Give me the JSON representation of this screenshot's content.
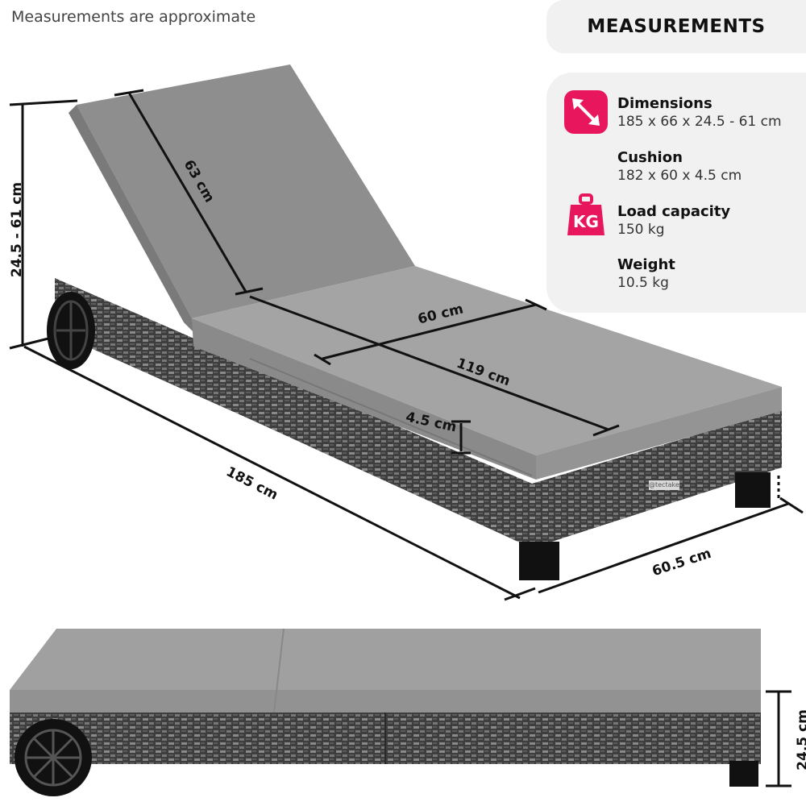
{
  "note": "Measurements are approximate",
  "panel": {
    "title": "MEASUREMENTS",
    "specs": [
      {
        "label": "Dimensions",
        "value": "185 x 66 x 24.5 - 61 cm",
        "icon": "resize-arrows-icon"
      },
      {
        "label": "Cushion",
        "value": "182 x 60 x 4.5 cm",
        "icon": ""
      },
      {
        "label": "Load capacity",
        "value": "150 kg",
        "icon": "kg-weight-icon"
      },
      {
        "label": "Weight",
        "value": "10.5 kg",
        "icon": ""
      }
    ],
    "kg_text": "KG"
  },
  "dimensions": {
    "backrest": "63 cm",
    "width_cushion": "60 cm",
    "seat_length": "119 cm",
    "cushion_thickness": "4.5 cm",
    "total_length": "185 cm",
    "total_width": "60.5 cm",
    "height_range": "24.5 - 61 cm",
    "side_height": "24.5 cm"
  },
  "brand_label": "@tectake",
  "colors": {
    "accent": "#e8175d",
    "cushion": "#9a9a9a",
    "rattan": "#4a4a4a",
    "panel": "#f1f1f1"
  }
}
